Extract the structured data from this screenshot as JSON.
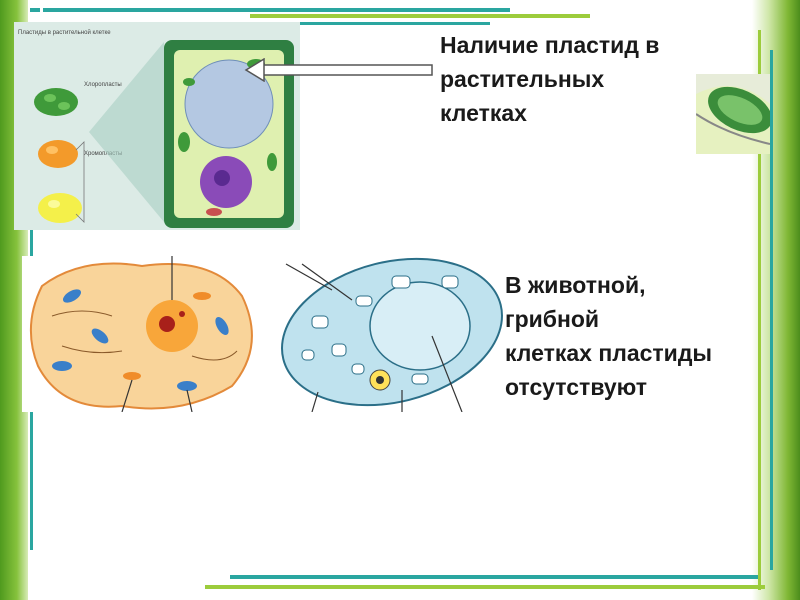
{
  "slide": {
    "heading_lines": [
      "Наличие пластид в",
      "растительных",
      "клетках"
    ],
    "body_lines": [
      "В животной,",
      "грибной",
      "клетках пластиды",
      "отсутствуют"
    ]
  },
  "figure": {
    "caption": "Пластиды в растительной клетке",
    "label_chloroplasts": "Хлоропласты",
    "label_chromoplasts": "Хромопласты"
  },
  "colors": {
    "frame_green": "#6aaa2a",
    "line_teal": "#2aa6a0",
    "line_lime": "#8cc63f"
  }
}
